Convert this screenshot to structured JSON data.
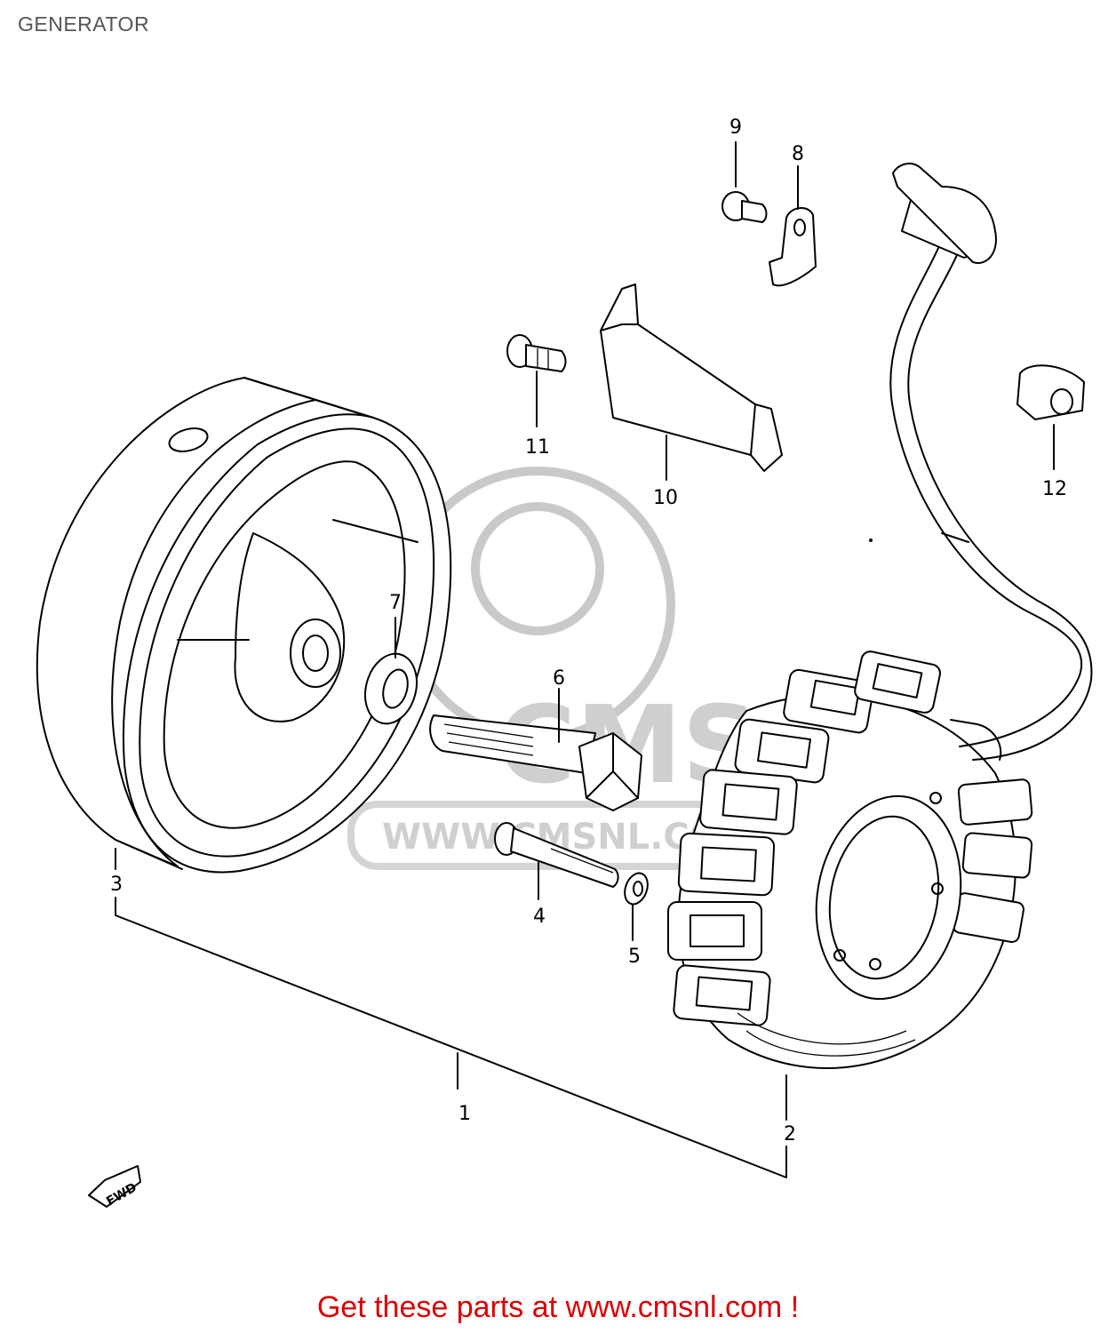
{
  "page_title": "GENERATOR",
  "footer_text": "Get these parts at www.cmsnl.com !",
  "watermark": {
    "logo": "CMS",
    "url": "WWW.CMSNL.COM"
  },
  "fwd_marker": "FWD",
  "parts": [
    {
      "number": "1",
      "component": "generator-assembly"
    },
    {
      "number": "2",
      "component": "stator"
    },
    {
      "number": "3",
      "component": "rotor"
    },
    {
      "number": "4",
      "component": "stator-screw"
    },
    {
      "number": "5",
      "component": "washer"
    },
    {
      "number": "6",
      "component": "rotor-bolt"
    },
    {
      "number": "7",
      "component": "rotor-washer"
    },
    {
      "number": "8",
      "component": "lead-wire-clamp"
    },
    {
      "number": "9",
      "component": "clamp-screw"
    },
    {
      "number": "10",
      "component": "lead-wire-guide"
    },
    {
      "number": "11",
      "component": "guide-screw"
    },
    {
      "number": "12",
      "component": "grommet"
    }
  ]
}
